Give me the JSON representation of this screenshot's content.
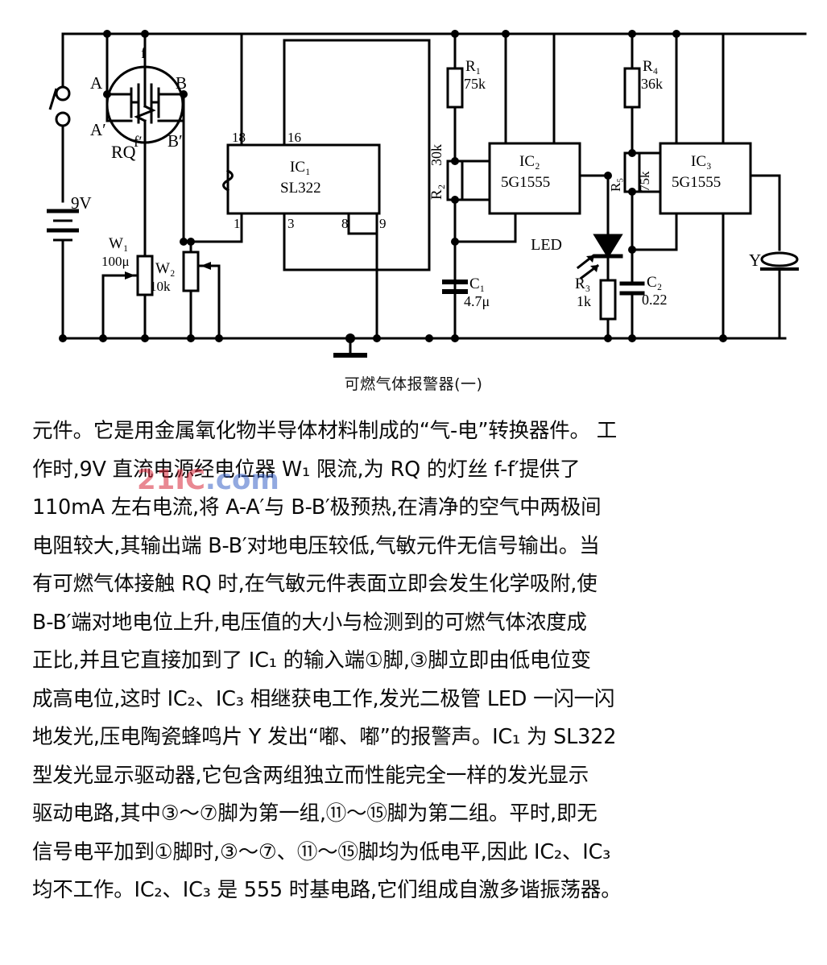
{
  "caption": "可燃气体报警器(一)",
  "watermark": {
    "part1": "21IC",
    "part2": ".com"
  },
  "schematic": {
    "power": {
      "battery_label": "9V",
      "switch": "switch"
    },
    "sensor": {
      "name": "RQ",
      "t_f": "f",
      "t_fp": "f′",
      "t_a": "A",
      "t_ap": "A′",
      "t_b": "B",
      "t_bp": "B′"
    },
    "pots": [
      {
        "ref": "W₁",
        "value": "100μ"
      },
      {
        "ref": "W₂",
        "value": "10k"
      }
    ],
    "ic1": {
      "ref": "IC₁",
      "type": "SL322",
      "pins": [
        "18",
        "16",
        "1",
        "3",
        "8",
        "9"
      ]
    },
    "ic2": {
      "ref": "IC₂",
      "type": "5G1555"
    },
    "ic3": {
      "ref": "IC₃",
      "type": "5G1555"
    },
    "resistors": [
      {
        "ref": "R₁",
        "value": "75k"
      },
      {
        "ref": "R₂",
        "value": "30k"
      },
      {
        "ref": "R₃",
        "value": "1k"
      },
      {
        "ref": "R₄",
        "value": "36k"
      },
      {
        "ref": "R₅",
        "value": "75k"
      }
    ],
    "capacitors": [
      {
        "ref": "C₁",
        "value": "4.7μ"
      },
      {
        "ref": "C₂",
        "value": "0.22"
      }
    ],
    "led": {
      "label": "LED"
    },
    "buzzer": {
      "label": "Y"
    }
  },
  "body_lines": [
    "元件。它是用金属氧化物半导体材料制成的“气-电”转换器件。 工",
    "作时,9V 直流电源经电位器 W₁ 限流,为 RQ 的灯丝 f-f′提供了",
    "110mA 左右电流,将 A-A′与 B-B′极预热,在清净的空气中两极间",
    "电阻较大,其输出端 B-B′对地电压较低,气敏元件无信号输出。当",
    "有可燃气体接触 RQ 时,在气敏元件表面立即会发生化学吸附,使",
    "B-B′端对地电位上升,电压值的大小与检测到的可燃气体浓度成",
    "正比,并且它直接加到了 IC₁ 的输入端①脚,③脚立即由低电位变",
    "成高电位,这时 IC₂、IC₃ 相继获电工作,发光二极管 LED 一闪一闪",
    "地发光,压电陶瓷蜂鸣片 Y 发出“嘟、嘟”的报警声。IC₁ 为 SL322",
    "型发光显示驱动器,它包含两组独立而性能完全一样的发光显示",
    "驱动电路,其中③～⑦脚为第一组,⑪～⑮脚为第二组。平时,即无",
    "信号电平加到①脚时,③～⑦、⑪～⑮脚均为低电平,因此 IC₂、IC₃",
    "均不工作。IC₂、IC₃ 是 555 时基电路,它们组成自激多谐振荡器。"
  ]
}
